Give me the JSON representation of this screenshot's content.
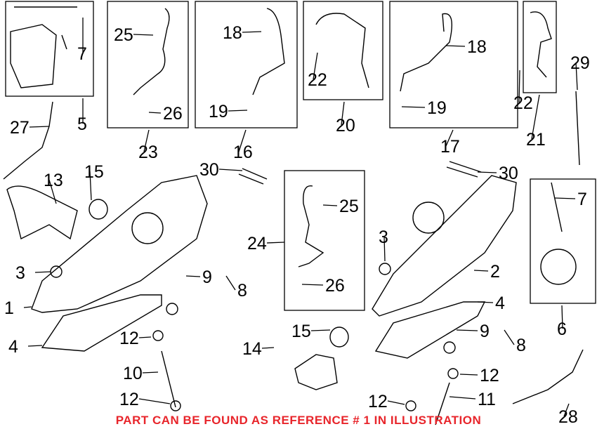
{
  "diagram": {
    "callouts": [
      "7",
      "5",
      "25",
      "26",
      "23",
      "18",
      "19",
      "16",
      "22",
      "20",
      "18",
      "19",
      "17",
      "22",
      "21",
      "29",
      "27",
      "13",
      "15",
      "30",
      "30",
      "25",
      "24",
      "26",
      "3",
      "3",
      "9",
      "8",
      "1",
      "4",
      "12",
      "10",
      "12",
      "15",
      "14",
      "2",
      "4",
      "9",
      "8",
      "12",
      "11",
      "12",
      "7",
      "6",
      "28"
    ],
    "note": "PART CAN BE FOUND AS REFERENCE # 1 IN ILLUSTRATION",
    "note_color": "#e8252b"
  }
}
